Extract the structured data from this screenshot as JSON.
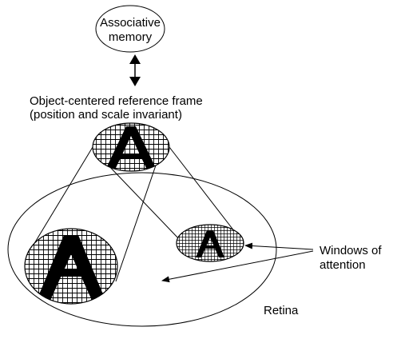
{
  "labels": {
    "memory_line1": "Associative",
    "memory_line2": "memory",
    "frame_line1": "Object-centered reference frame",
    "frame_line2": "(position and scale  invariant)",
    "windows_line1": "Windows of",
    "windows_line2": "attention",
    "retina": "Retina"
  },
  "window_letter": "A",
  "colors": {
    "stroke": "#000000",
    "grid": "#000000",
    "background": "#ffffff"
  }
}
